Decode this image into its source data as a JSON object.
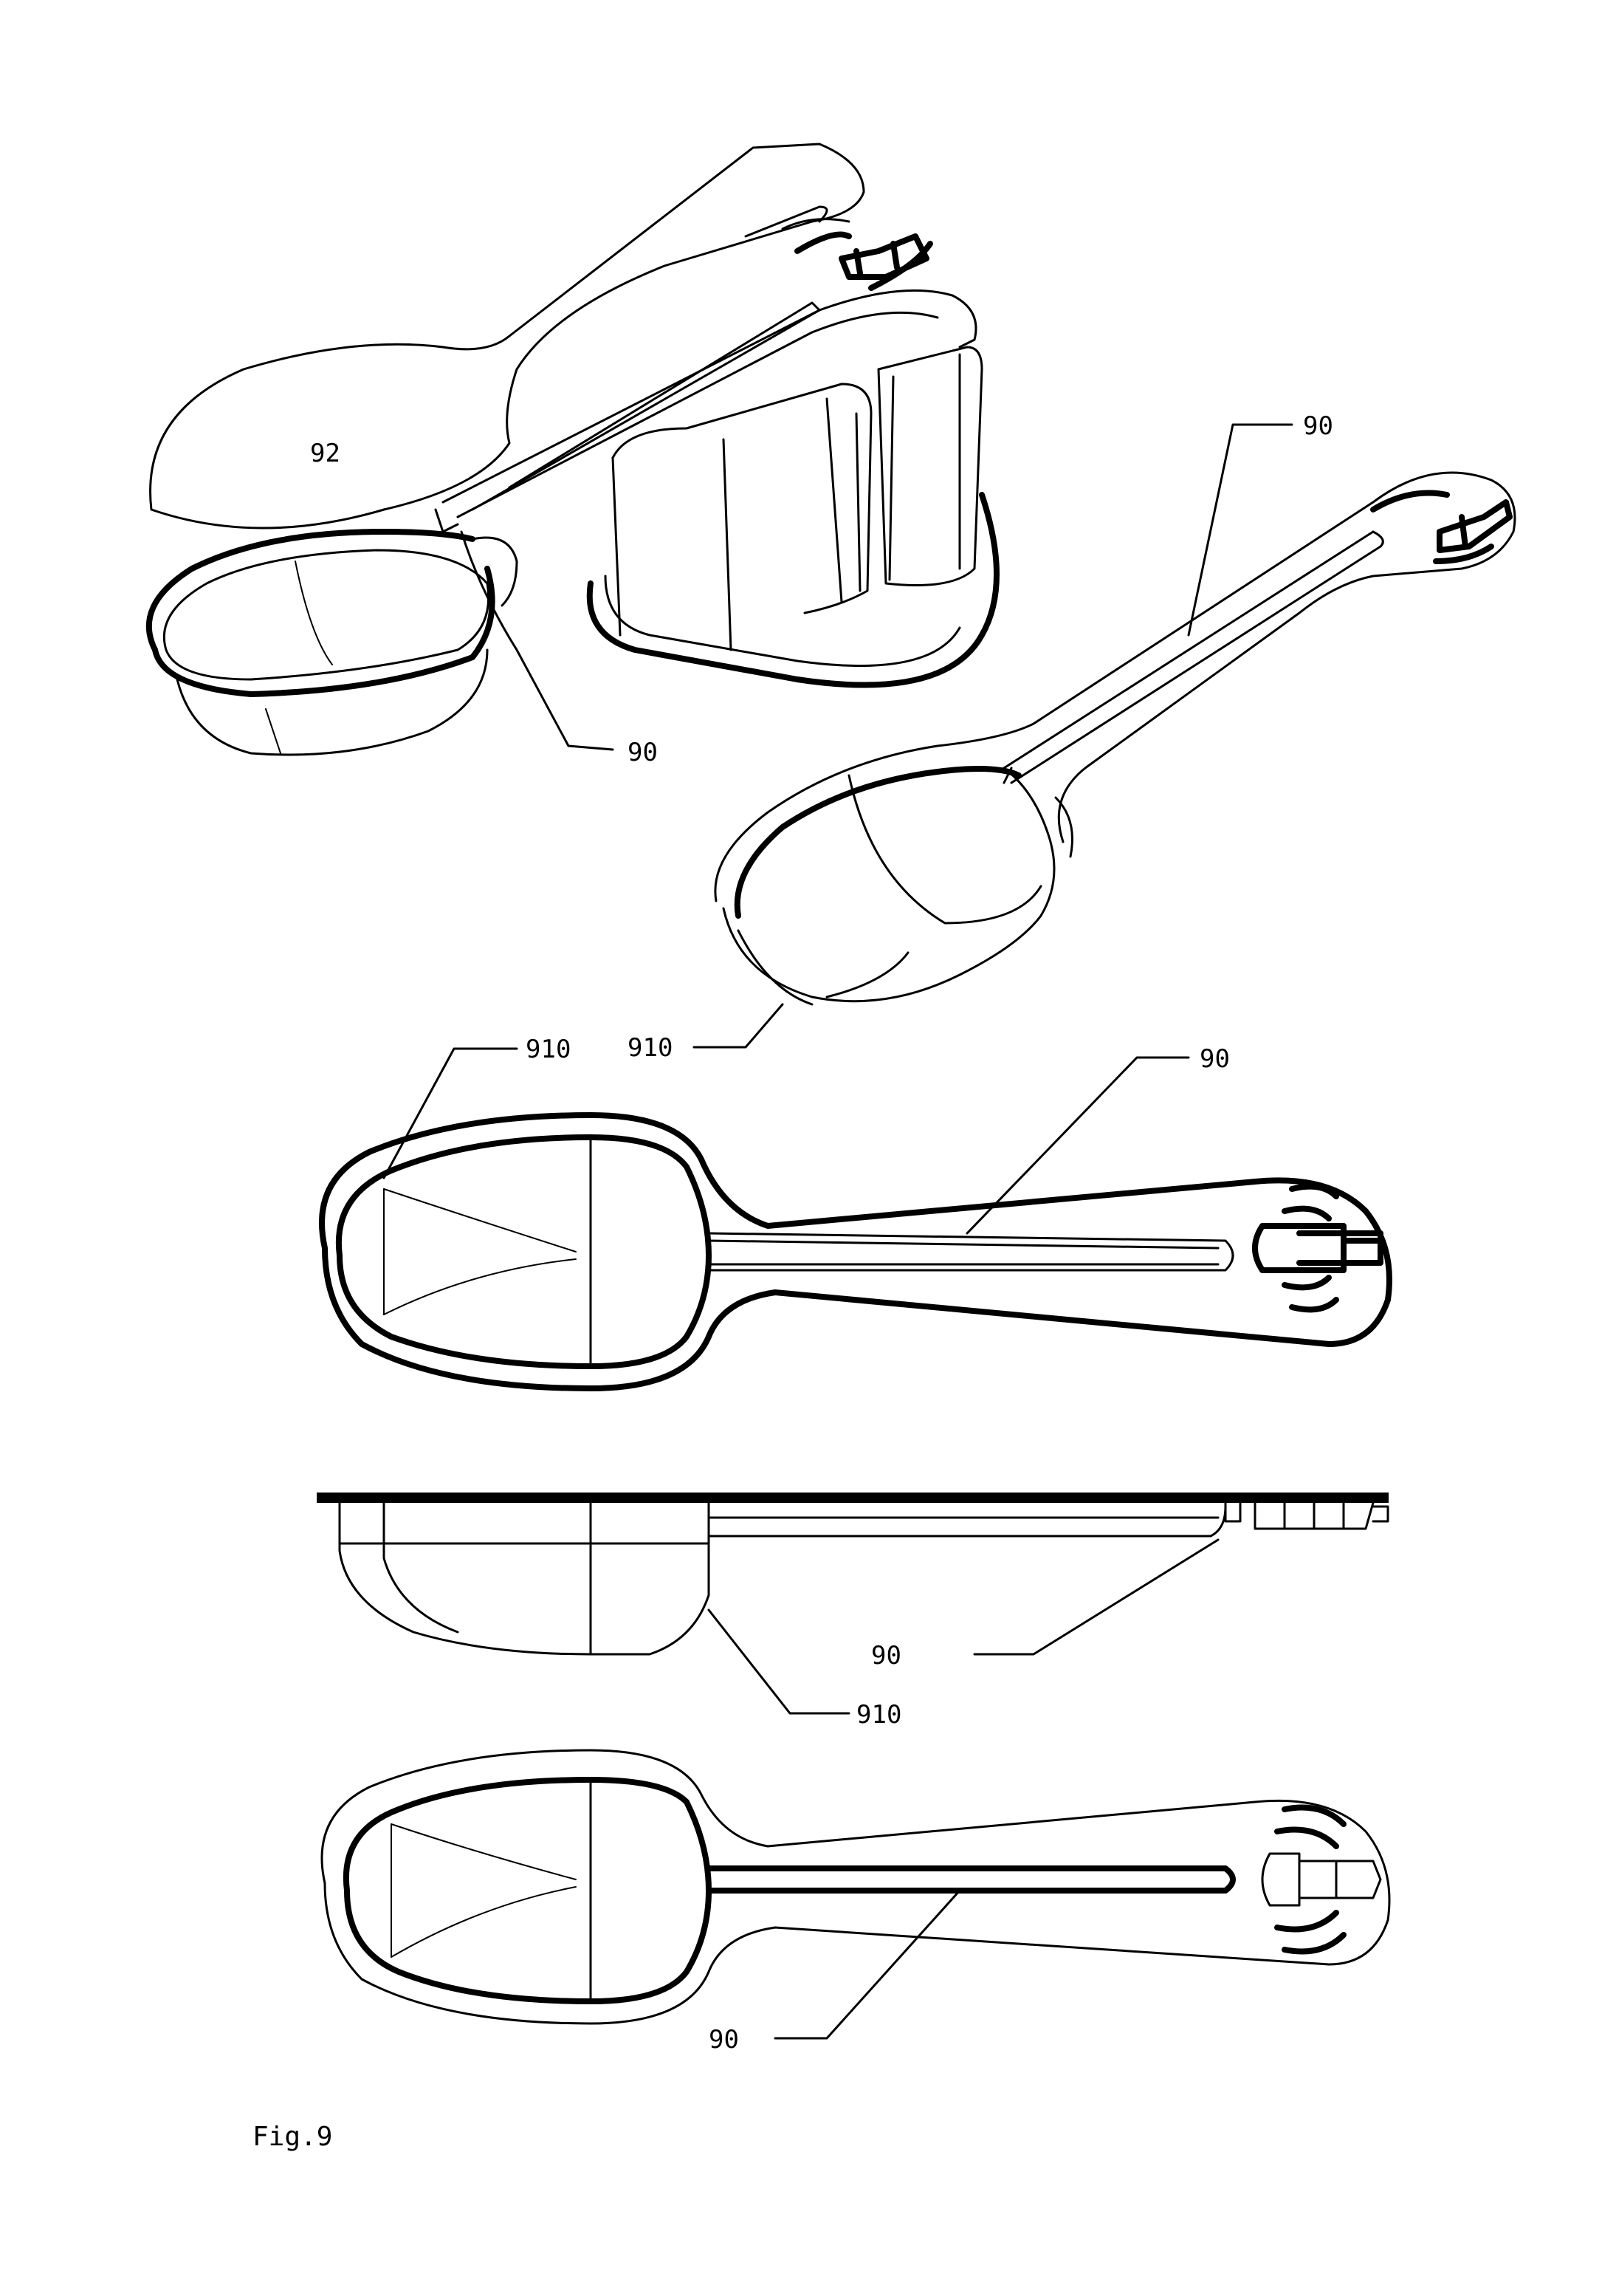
{
  "labels": {
    "top_lid": "92",
    "top_spoon": "90",
    "iso_spoon": "90",
    "iso_bowl": "910",
    "top_view_bowl": "910",
    "top_view_spoon": "90",
    "side_view_spoon": "90",
    "side_view_bowl": "910",
    "bottom_view_spoon": "90"
  },
  "caption": "Fig.9"
}
